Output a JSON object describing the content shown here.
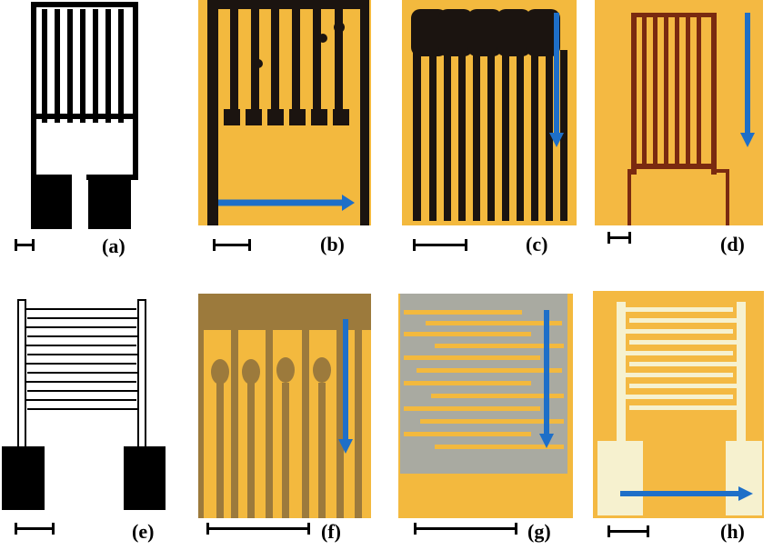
{
  "panels": [
    {
      "id": "a",
      "label": "(a)"
    },
    {
      "id": "b",
      "label": "(b)"
    },
    {
      "id": "c",
      "label": "(c)"
    },
    {
      "id": "d",
      "label": "(d)"
    },
    {
      "id": "e",
      "label": "(e)"
    },
    {
      "id": "f",
      "label": "(f)"
    },
    {
      "id": "g",
      "label": "(g)"
    },
    {
      "id": "h",
      "label": "(h)"
    }
  ],
  "colors": {
    "substrate": "#f2b73a",
    "conductor_dark": "#1b1410",
    "arrow": "#1e6fc8",
    "gray_film": "#a9aaa1",
    "white_film": "#f6f1cf",
    "brown_trace": "#7a2a10",
    "olive_trace": "#9c7a3c"
  }
}
